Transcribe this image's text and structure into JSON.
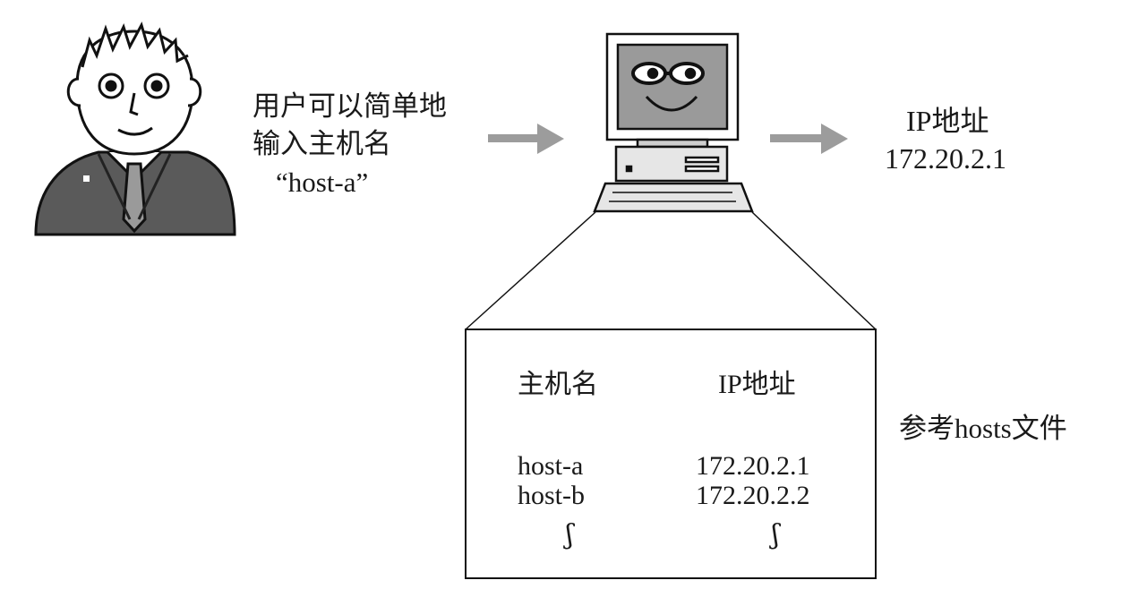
{
  "user_caption": {
    "line1": "用户可以简单地",
    "line2": "输入主机名",
    "line3": "“host-a”"
  },
  "result": {
    "label": "IP地址",
    "value": "172.20.2.1"
  },
  "hosts_file": {
    "caption": "参考hosts文件",
    "columns": [
      "主机名",
      "IP地址"
    ],
    "rows": [
      [
        "host-a",
        "172.20.2.1"
      ],
      [
        "host-b",
        "172.20.2.2"
      ]
    ],
    "continuation": [
      "ʃ",
      "ʃ"
    ]
  },
  "icons": [
    "user-person-icon",
    "computer-icon",
    "arrow-right-icon"
  ]
}
